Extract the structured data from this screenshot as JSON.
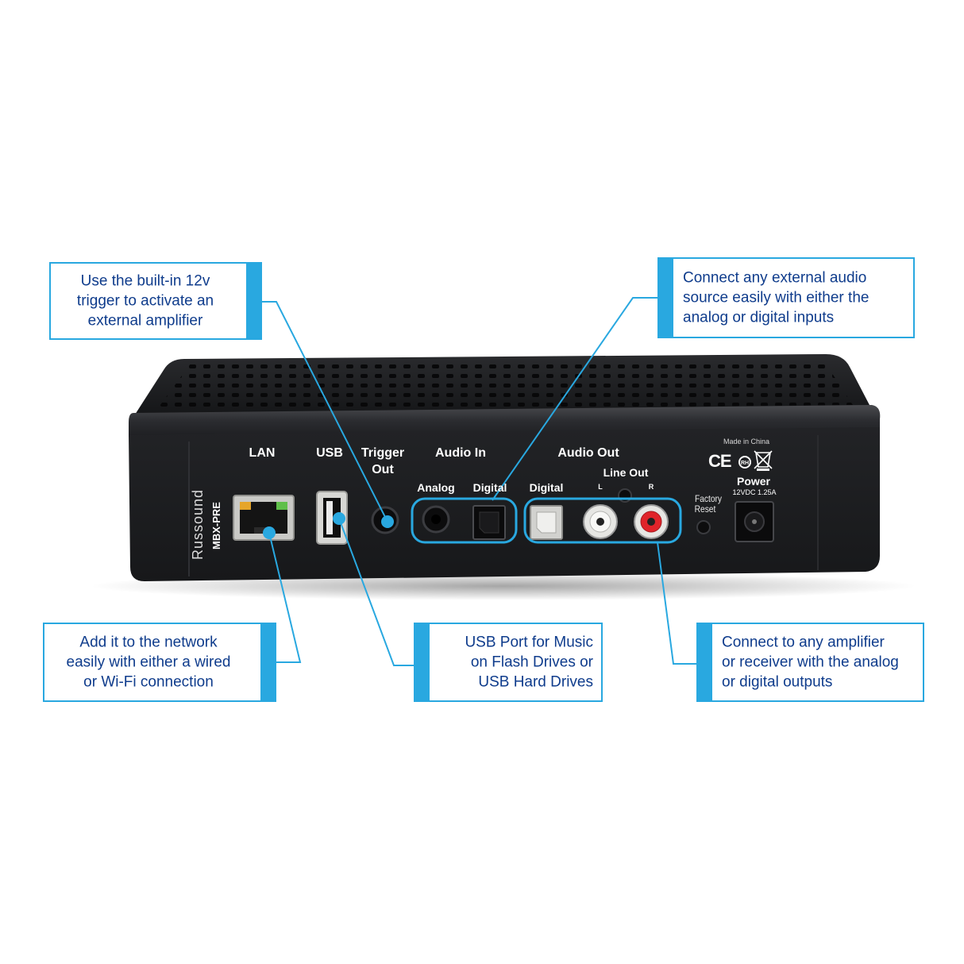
{
  "callouts": {
    "trigger": {
      "lines": [
        "Use the built-in 12v",
        "trigger to activate an",
        "external amplifier"
      ]
    },
    "audio_in": {
      "lines": [
        "Connect any external audio",
        "source easily with either the",
        "analog or digital inputs"
      ]
    },
    "lan": {
      "lines": [
        "Add it to the network",
        "easily with either a wired",
        "or Wi-Fi connection"
      ]
    },
    "usb": {
      "lines": [
        "USB Port for Music",
        "on Flash Drives or",
        "USB Hard Drives"
      ]
    },
    "audio_out": {
      "lines": [
        "Connect to any amplifier",
        "or receiver with the analog",
        "or digital outputs"
      ]
    }
  },
  "device": {
    "brand": "Russound",
    "model": "MBX-PRE",
    "labels": {
      "lan": "LAN",
      "usb": "USB",
      "trigger_1": "Trigger",
      "trigger_2": "Out",
      "audio_in": "Audio In",
      "analog": "Analog",
      "digital_in": "Digital",
      "audio_out": "Audio Out",
      "digital_out": "Digital",
      "line_out": "Line Out",
      "left": "L",
      "right": "R",
      "factory_1": "Factory",
      "factory_2": "Reset",
      "made_in": "Made in China",
      "ce_mark": "CE",
      "power": "Power",
      "power_spec": "12VDC 1.25A"
    }
  },
  "colors": {
    "accent": "#29a8e0",
    "callout_text": "#0f3c8c",
    "device_body": "#1b1c1e"
  }
}
